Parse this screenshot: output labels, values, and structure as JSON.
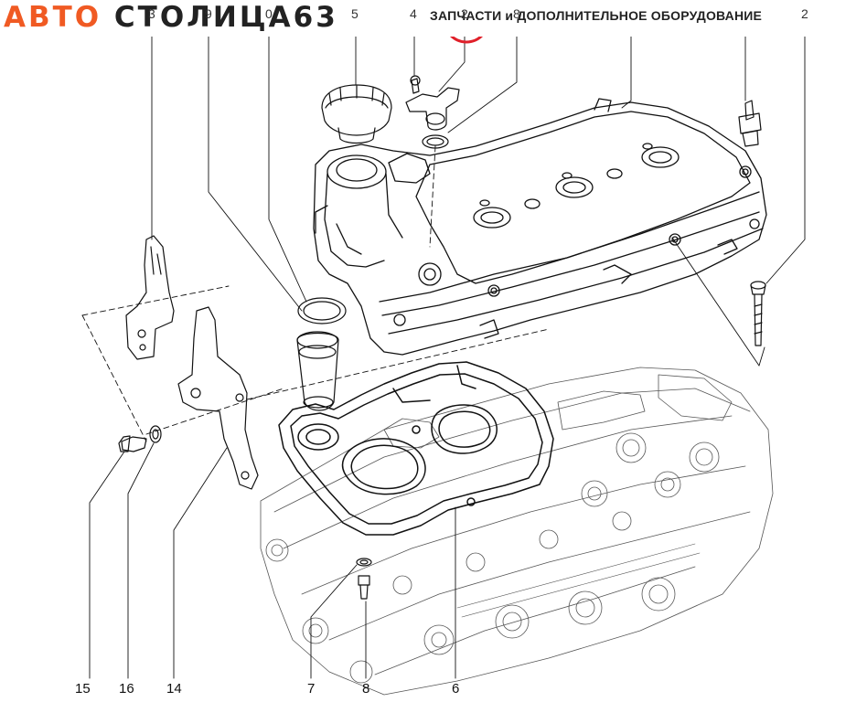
{
  "header": {
    "brand_part1": "АВТО",
    "brand_part2": "СТОЛИЦА",
    "brand_part3": "63",
    "tagline": "ЗАПЧАСТИ и ДОПОЛНИТЕЛЬНОЕ ОБОРУДОВАНИЕ"
  },
  "colors": {
    "accent": "#f05a23",
    "highlight_circle": "#e0202a",
    "line": "#111111"
  },
  "callouts_top": [
    "3",
    "9",
    "0",
    "5",
    "4",
    "2",
    "8",
    "2"
  ],
  "callouts_bottom": [
    "15",
    "16",
    "14",
    "7",
    "8",
    "6"
  ]
}
